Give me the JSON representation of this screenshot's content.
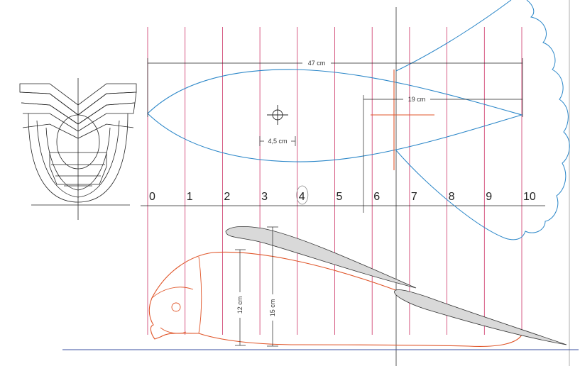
{
  "colors": {
    "station_line": "#cc3366",
    "outline_blue": "#2a86c8",
    "outline_orange": "#e0562a",
    "ink": "#222222",
    "baseline_blue": "#3a4fa0",
    "airfoil_fill": "#d9d9d9"
  },
  "ruler": {
    "labels": [
      "0",
      "1",
      "2",
      "3",
      "4",
      "5",
      "6",
      "7",
      "8",
      "9",
      "10"
    ],
    "highlighted_index": 4
  },
  "dimensions": {
    "total_length": "47 cm",
    "tail_length": "19 cm",
    "cg_offset": "4,5 cm",
    "height_12": "12 cm",
    "height_15": "15 cm"
  }
}
